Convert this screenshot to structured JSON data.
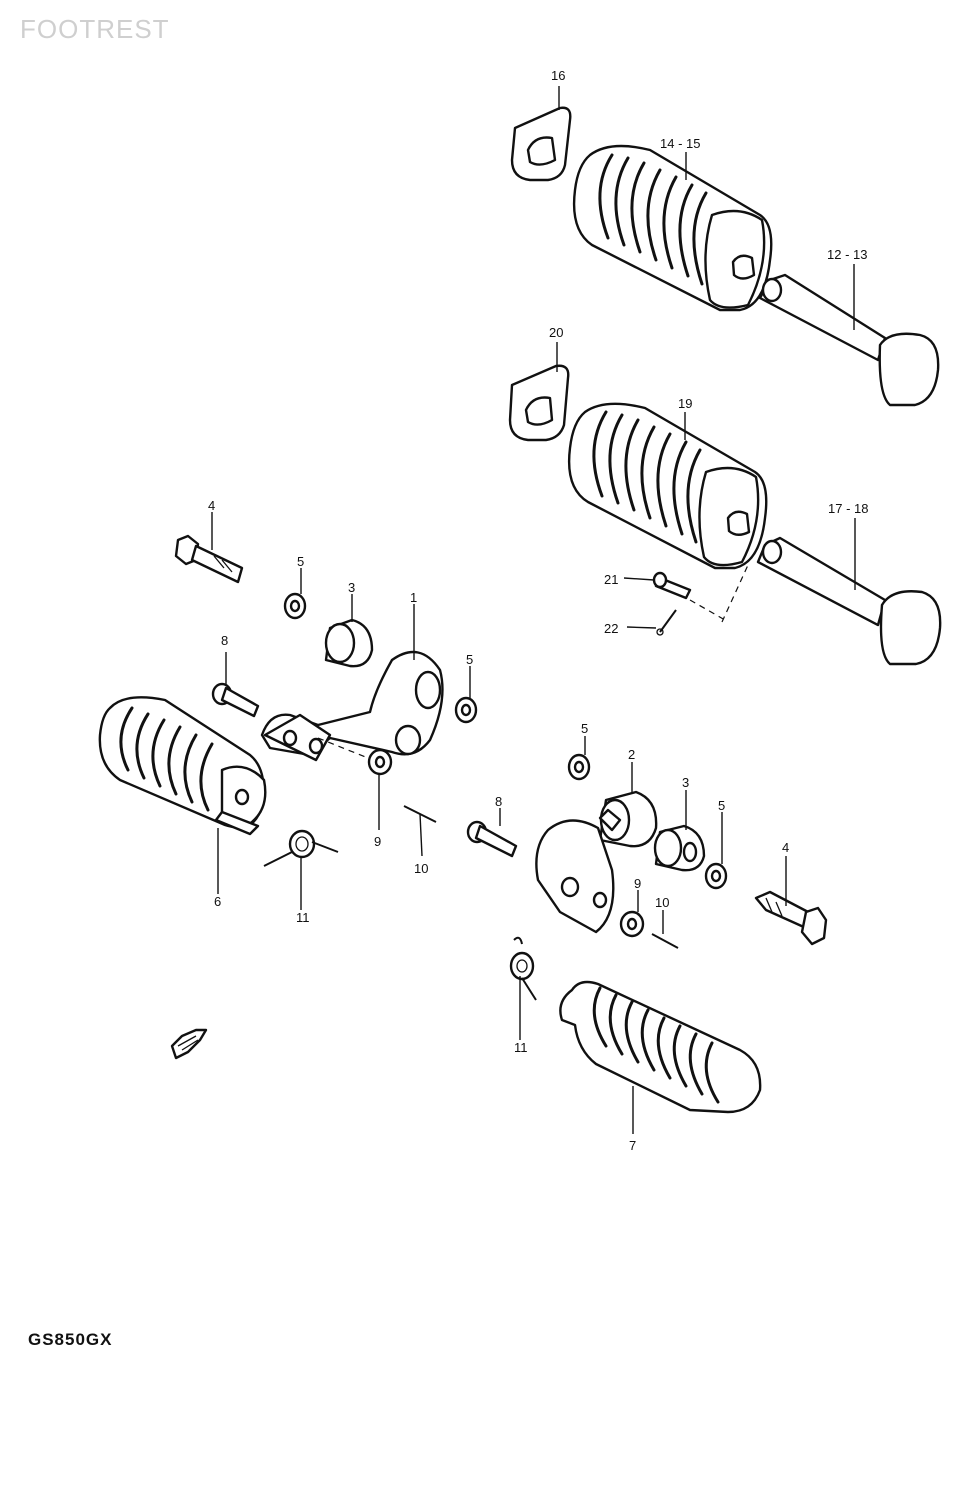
{
  "watermark": "FOOTREST",
  "model": "GS850GX",
  "callouts": {
    "c16": "16",
    "c14_15": "14 - 15",
    "c12_13": "12 - 13",
    "c20": "20",
    "c19": "19",
    "c17_18": "17 - 18",
    "c21": "21",
    "c22": "22",
    "c4a": "4",
    "c5a": "5",
    "c3a": "3",
    "c1": "1",
    "c5b": "5",
    "c8a": "8",
    "c9a": "9",
    "c10a": "10",
    "c6": "6",
    "c11a": "11",
    "c5c": "5",
    "c2": "2",
    "c3b": "3",
    "c5d": "5",
    "c4b": "4",
    "c8b": "8",
    "c9b": "9",
    "c10b": "10",
    "c11b": "11",
    "c7": "7"
  }
}
